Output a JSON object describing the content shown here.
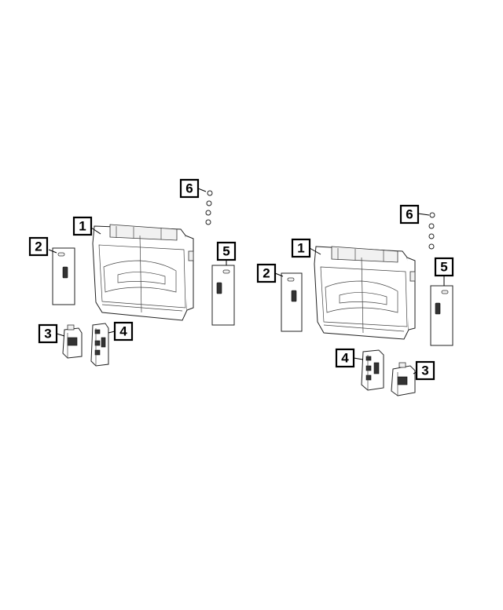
{
  "callouts": {
    "left": [
      {
        "label": "1"
      },
      {
        "label": "2"
      },
      {
        "label": "3"
      },
      {
        "label": "4"
      },
      {
        "label": "5"
      },
      {
        "label": "6"
      }
    ],
    "right": [
      {
        "label": "1"
      },
      {
        "label": "2"
      },
      {
        "label": "3"
      },
      {
        "label": "4"
      },
      {
        "label": "5"
      },
      {
        "label": "6"
      }
    ]
  }
}
